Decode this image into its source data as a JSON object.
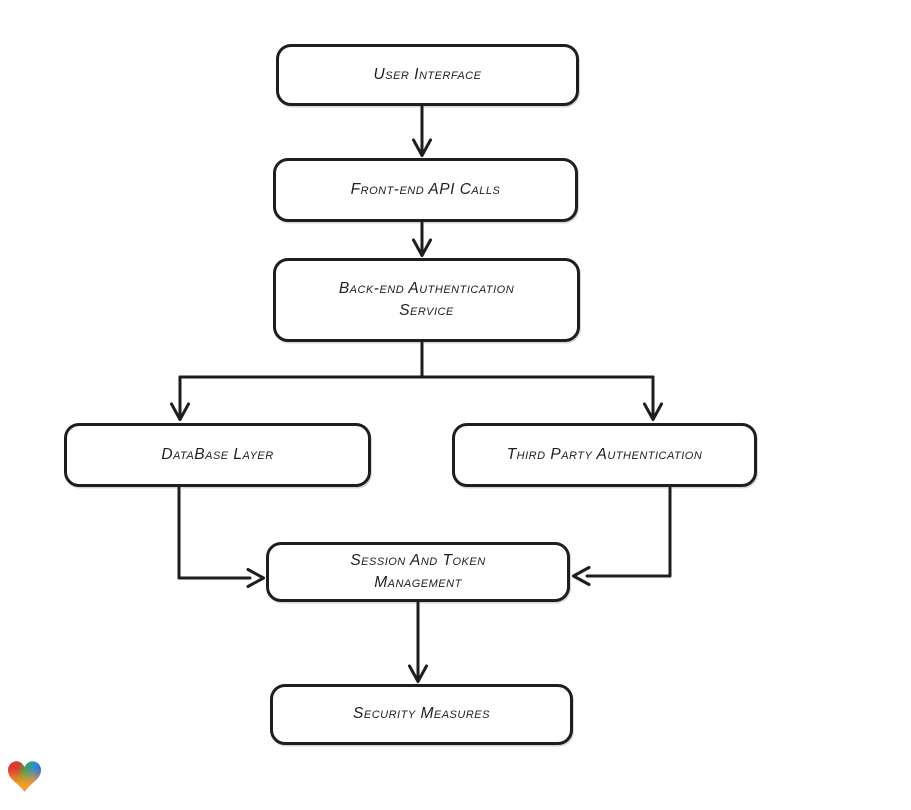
{
  "diagram": {
    "type": "flowchart",
    "nodes": {
      "user_interface": {
        "label": "User Interface"
      },
      "front_end": {
        "label": "Front-end API Calls"
      },
      "back_end": {
        "label": "Back-end Authentication\nService"
      },
      "database": {
        "label": "DataBase Layer"
      },
      "third_party": {
        "label": "Third Party Authentication"
      },
      "session": {
        "label": "Session And Token\nManagement"
      },
      "security": {
        "label": "Security Measures"
      }
    },
    "edges": [
      {
        "from": "User Interface",
        "to": "Front-end API Calls"
      },
      {
        "from": "Front-end API Calls",
        "to": "Back-end Authentication Service"
      },
      {
        "from": "Back-end Authentication Service",
        "to": "DataBase Layer"
      },
      {
        "from": "Back-end Authentication Service",
        "to": "Third Party Authentication"
      },
      {
        "from": "DataBase Layer",
        "to": "Session And Token Management"
      },
      {
        "from": "Third Party Authentication",
        "to": "Session And Token Management"
      },
      {
        "from": "Session And Token Management",
        "to": "Security Measures"
      }
    ],
    "colors": {
      "stroke": "#1e1e1e",
      "node_fill": "#ffffff",
      "background": "#ffffff"
    }
  },
  "branding": {
    "logo_icon": "gradient-heart-icon",
    "logo_colors": [
      "#e53238",
      "#3d9f4e",
      "#2b6fe0",
      "#f59c22"
    ]
  }
}
